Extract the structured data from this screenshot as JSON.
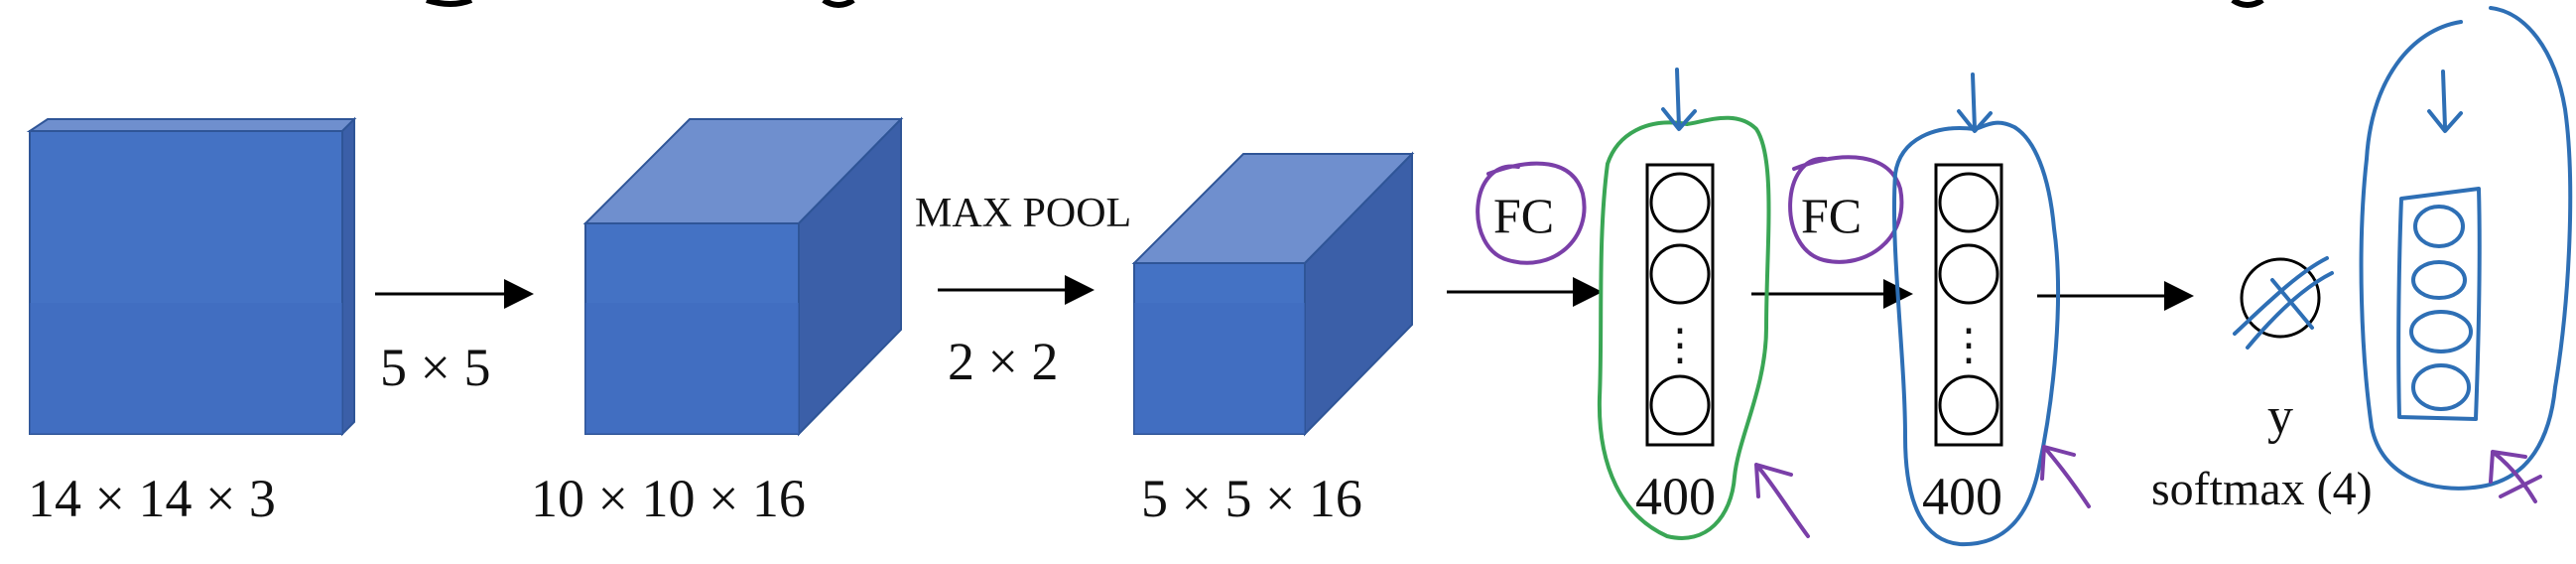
{
  "diagram": {
    "volume_labels": [
      "14 × 14 × 3",
      "10 × 10 × 16",
      "5 × 5 × 16"
    ],
    "conv_filter_label": "5 × 5",
    "pool_title": "MAX POOL",
    "pool_size_label": "2 × 2",
    "fc1_label": "FC",
    "fc2_label": "FC",
    "fc1_units": "400",
    "fc2_units": "400",
    "ellipsis": "⋮",
    "output_symbol": "y",
    "output_label": "softmax (4)"
  },
  "colors": {
    "volume_front": "#4472C4",
    "volume_top": "#6f8fce",
    "volume_side": "#3b5fa8",
    "ink_green": "#3aa655",
    "ink_blue": "#2e6fb5",
    "ink_purple": "#7a3fa8"
  }
}
